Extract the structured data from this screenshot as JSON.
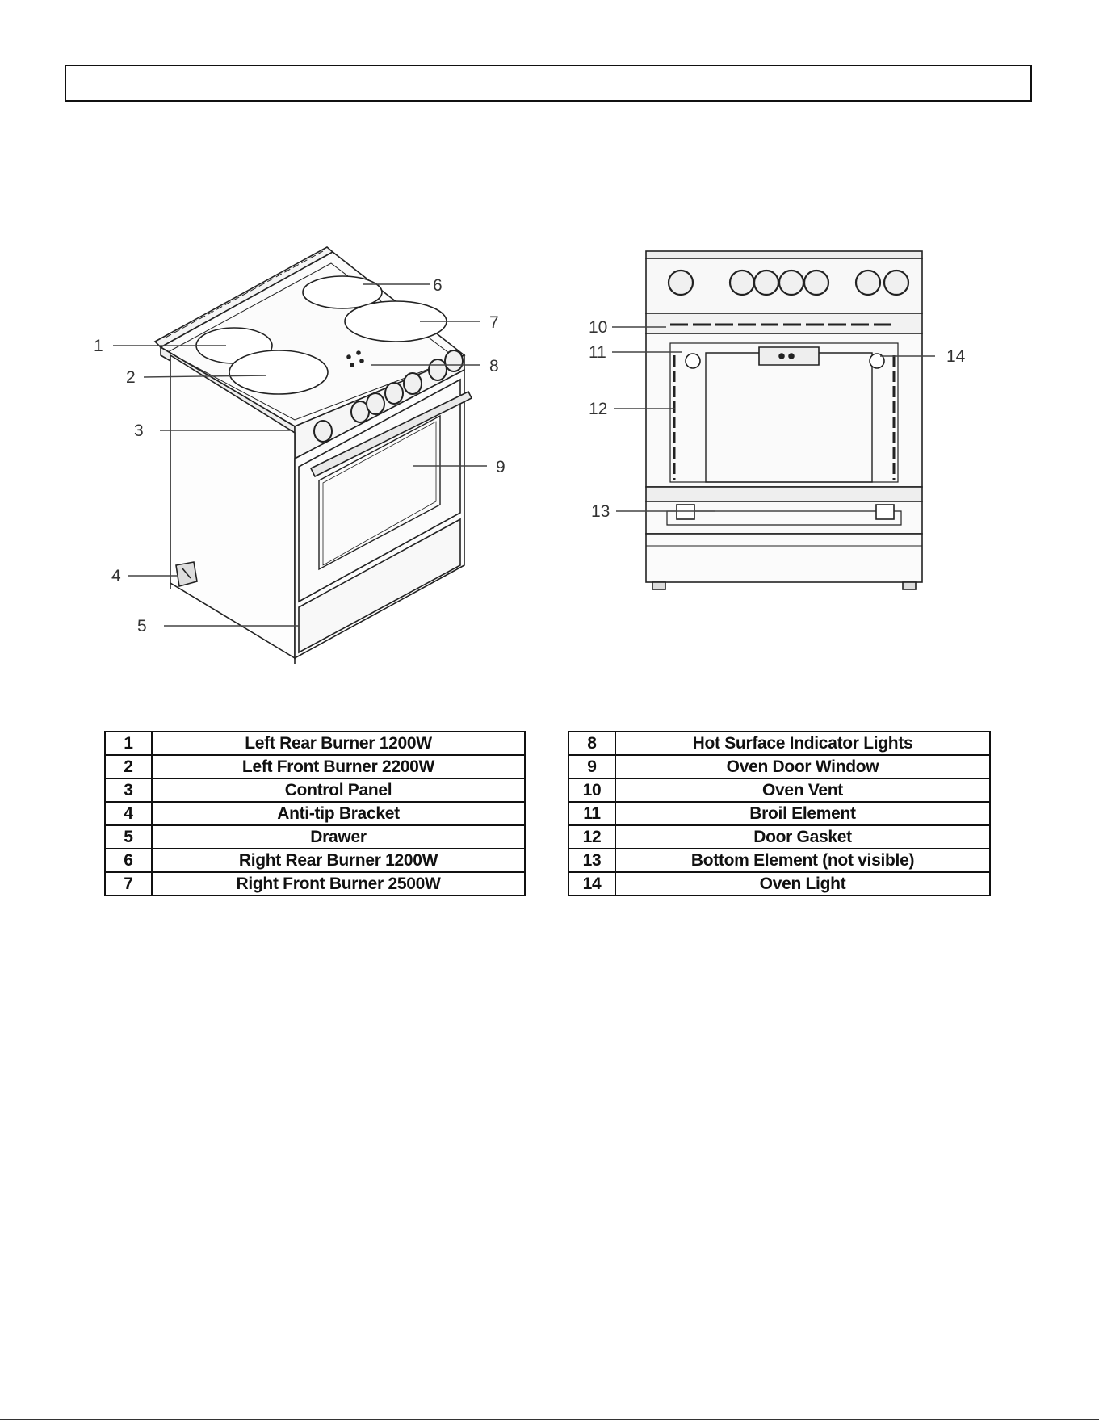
{
  "callouts": {
    "c1": "1",
    "c2": "2",
    "c3": "3",
    "c4": "4",
    "c5": "5",
    "c6": "6",
    "c7": "7",
    "c8": "8",
    "c9": "9",
    "c10": "10",
    "c11": "11",
    "c12": "12",
    "c13": "13",
    "c14": "14"
  },
  "parts_left": [
    {
      "num": "1",
      "label": "Left Rear Burner 1200W"
    },
    {
      "num": "2",
      "label": "Left Front Burner 2200W"
    },
    {
      "num": "3",
      "label": "Control Panel"
    },
    {
      "num": "4",
      "label": "Anti-tip Bracket"
    },
    {
      "num": "5",
      "label": "Drawer"
    },
    {
      "num": "6",
      "label": "Right Rear Burner 1200W"
    },
    {
      "num": "7",
      "label": "Right Front Burner 2500W"
    }
  ],
  "parts_right": [
    {
      "num": "8",
      "label": "Hot Surface Indicator Lights"
    },
    {
      "num": "9",
      "label": "Oven Door Window"
    },
    {
      "num": "10",
      "label": "Oven Vent"
    },
    {
      "num": "11",
      "label": "Broil Element"
    },
    {
      "num": "12",
      "label": "Door Gasket"
    },
    {
      "num": "13",
      "label": "Bottom Element (not visible)"
    },
    {
      "num": "14",
      "label": "Oven Light"
    }
  ]
}
